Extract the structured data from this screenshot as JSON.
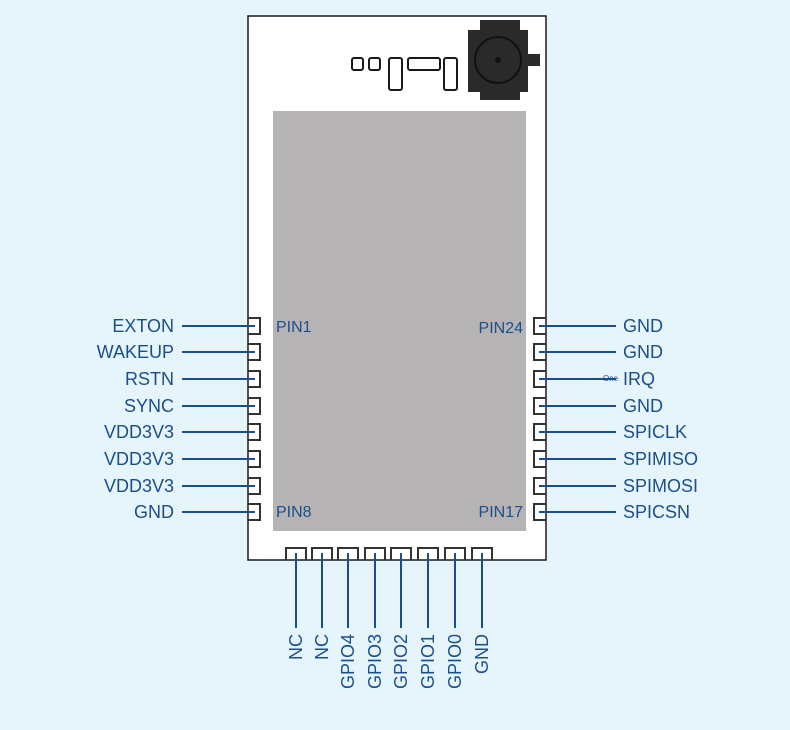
{
  "left_pins": [
    "EXTON",
    "WAKEUP",
    "RSTN",
    "SYNC",
    "VDD3V3",
    "VDD3V3",
    "VDD3V3",
    "GND"
  ],
  "right_pins": [
    "GND",
    "GND",
    "IRQ",
    "GND",
    "SPICLK",
    "SPIMISO",
    "SPIMOSI",
    "SPICSN"
  ],
  "bottom_pins": [
    "NC",
    "NC",
    "GPIO4",
    "GPIO3",
    "GPIO2",
    "GPIO1",
    "GPIO0",
    "GND"
  ],
  "pin_numbers": {
    "top_left": "PIN1",
    "bottom_left": "PIN8",
    "top_right": "PIN24",
    "bottom_right": "PIN17"
  },
  "irq_note": "One",
  "colors": {
    "background": "#e6f5fb",
    "board": "#ffffff",
    "outline": "#1a1a1a",
    "shield": "#b5b3b4",
    "pin_line": "#1a4f8c",
    "label": "#1a4f8c",
    "connector": "#333333"
  }
}
